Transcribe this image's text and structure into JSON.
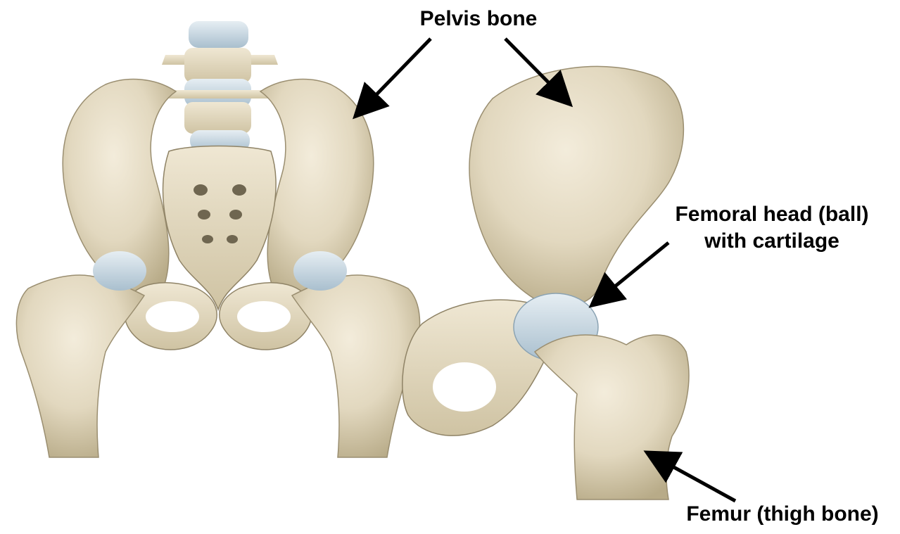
{
  "labels": {
    "pelvis_bone": "Pelvis bone",
    "femoral_head_line1": "Femoral head (ball)",
    "femoral_head_line2": "with cartilage",
    "femur": "Femur (thigh bone)"
  },
  "colors": {
    "background": "#ffffff",
    "bone_light": "#ece3cf",
    "bone_mid": "#d9ceb2",
    "bone_shadow": "#a89b7a",
    "bone_dark": "#6f6650",
    "cartilage": "#cfdde6",
    "cartilage_shadow": "#9fb6c6",
    "arrow": "#000000"
  }
}
